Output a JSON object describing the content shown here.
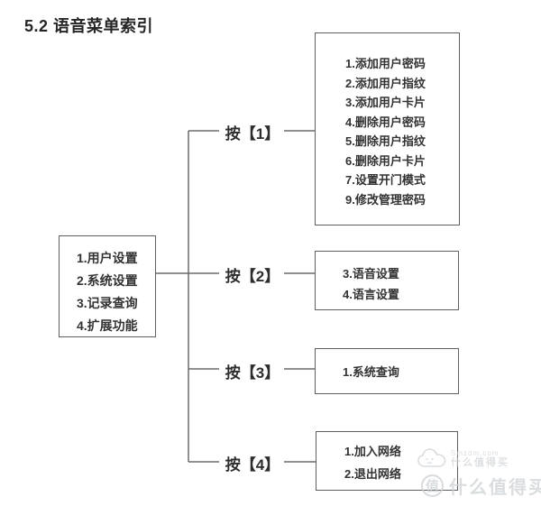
{
  "title": "5.2  语音菜单索引",
  "root_menu": {
    "items": [
      "1.用户设置",
      "2.系统设置",
      "3.记录查询",
      "4.扩展功能"
    ]
  },
  "branches": [
    {
      "key_label": "按【1】",
      "items": [
        "1.添加用户密码",
        "2.添加用户指纹",
        "3.添加用户卡片",
        "4.删除用户密码",
        "5.删除用户指纹",
        "6.删除用户卡片",
        "7.设置开门模式",
        "9.修改管理密码"
      ]
    },
    {
      "key_label": "按【2】",
      "items": [
        "3.语音设置",
        "4.语言设置"
      ]
    },
    {
      "key_label": "按【3】",
      "items": [
        "1.系统查询"
      ]
    },
    {
      "key_label": "按【4】",
      "items": [
        "1.加入网络",
        "2.退出网络"
      ]
    }
  ],
  "watermark": {
    "small_line1": "Smzdm.com",
    "small_line2": "什么值得买",
    "coin_char": "值",
    "large_text": "什么值得买"
  },
  "colors": {
    "line": "#6b6b6b",
    "border": "#5f5f5f",
    "text": "#333333",
    "background": "#ffffff"
  }
}
